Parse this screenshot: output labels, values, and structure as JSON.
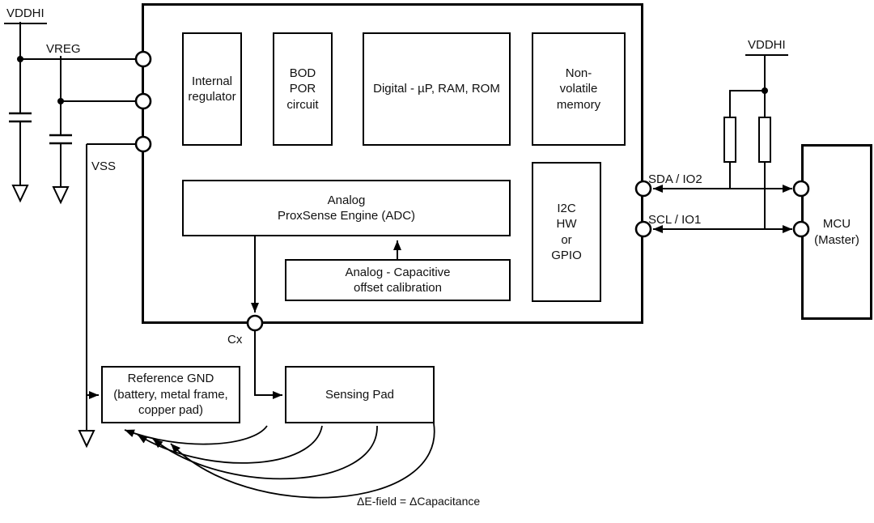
{
  "power": {
    "vddhi_label": "VDDHI",
    "vreg_label": "VREG",
    "vss_label": "VSS"
  },
  "chip": {
    "blocks": {
      "internal_regulator": "Internal\nregulator",
      "bod_por": "BOD\nPOR\ncircuit",
      "digital": "Digital - µP, RAM, ROM",
      "nvm": "Non-\nvolatile\nmemory",
      "adc": "Analog\nProxSense Engine (ADC)",
      "offset_cal": "Analog - Capacitive\noffset calibration",
      "i2c": "I2C\nHW\nor\nGPIO"
    },
    "cx_label": "Cx"
  },
  "bus": {
    "sda_label": "SDA / IO2",
    "scl_label": "SCL / IO1",
    "pullup_supply_label": "VDDHI"
  },
  "mcu": {
    "label": "MCU\n(Master)"
  },
  "sensing": {
    "reference_gnd": "Reference GND\n(battery, metal frame,\ncopper pad)",
    "sensing_pad": "Sensing Pad",
    "efield_label": "ΔE-field = ΔCapacitance"
  }
}
